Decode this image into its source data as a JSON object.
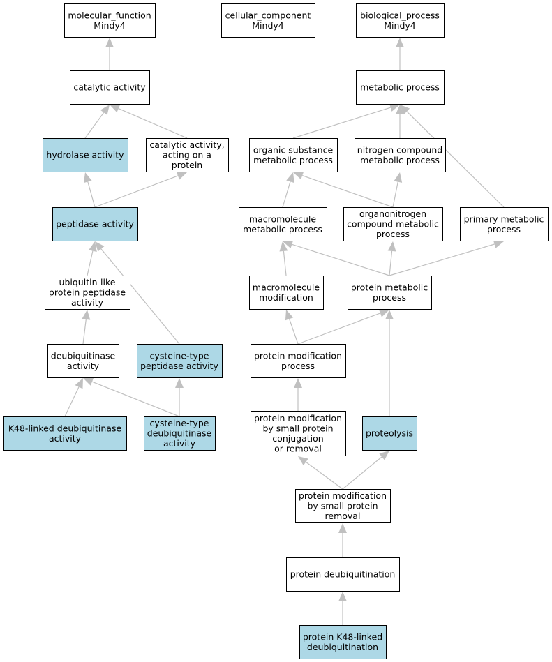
{
  "colors": {
    "highlight": "#add8e6",
    "plain": "#ffffff",
    "edge": "#c0c0c0",
    "border": "#000000"
  },
  "nodes": [
    {
      "id": "mf",
      "lines": [
        "molecular_function",
        "Mindy4"
      ],
      "highlight": false
    },
    {
      "id": "cc",
      "lines": [
        "cellular_component",
        "Mindy4"
      ],
      "highlight": false
    },
    {
      "id": "bp",
      "lines": [
        "biological_process",
        "Mindy4"
      ],
      "highlight": false
    },
    {
      "id": "cat",
      "lines": [
        "catalytic activity"
      ],
      "highlight": false
    },
    {
      "id": "hyd",
      "lines": [
        "hydrolase activity"
      ],
      "highlight": true
    },
    {
      "id": "catprot",
      "lines": [
        "catalytic activity,",
        "acting on a",
        "protein"
      ],
      "highlight": false
    },
    {
      "id": "pep",
      "lines": [
        "peptidase activity"
      ],
      "highlight": true
    },
    {
      "id": "ubl",
      "lines": [
        "ubiquitin-like",
        "protein peptidase",
        "activity"
      ],
      "highlight": false
    },
    {
      "id": "deub",
      "lines": [
        "deubiquitinase",
        "activity"
      ],
      "highlight": false
    },
    {
      "id": "cyspep",
      "lines": [
        "cysteine-type",
        "peptidase activity"
      ],
      "highlight": true
    },
    {
      "id": "k48deub",
      "lines": [
        "K48-linked deubiquitinase",
        "activity"
      ],
      "highlight": true
    },
    {
      "id": "cysdeub",
      "lines": [
        "cysteine-type",
        "deubiquitinase",
        "activity"
      ],
      "highlight": true
    },
    {
      "id": "met",
      "lines": [
        "metabolic process"
      ],
      "highlight": false
    },
    {
      "id": "org",
      "lines": [
        "organic substance",
        "metabolic process"
      ],
      "highlight": false
    },
    {
      "id": "nit",
      "lines": [
        "nitrogen compound",
        "metabolic process"
      ],
      "highlight": false
    },
    {
      "id": "macmet",
      "lines": [
        "macromolecule",
        "metabolic process"
      ],
      "highlight": false
    },
    {
      "id": "orgnit",
      "lines": [
        "organonitrogen",
        "compound metabolic",
        "process"
      ],
      "highlight": false
    },
    {
      "id": "prim",
      "lines": [
        "primary metabolic",
        "process"
      ],
      "highlight": false
    },
    {
      "id": "macmod",
      "lines": [
        "macromolecule",
        "modification"
      ],
      "highlight": false
    },
    {
      "id": "protmet",
      "lines": [
        "protein metabolic",
        "process"
      ],
      "highlight": false
    },
    {
      "id": "protmod",
      "lines": [
        "protein modification",
        "process"
      ],
      "highlight": false
    },
    {
      "id": "pmsmall",
      "lines": [
        "protein modification",
        "by small protein",
        "conjugation",
        "or removal"
      ],
      "highlight": false
    },
    {
      "id": "proteo",
      "lines": [
        "proteolysis"
      ],
      "highlight": true
    },
    {
      "id": "pmremoval",
      "lines": [
        "protein modification",
        "by small protein",
        "removal"
      ],
      "highlight": false
    },
    {
      "id": "deubproc",
      "lines": [
        "protein deubiquitination"
      ],
      "highlight": false
    },
    {
      "id": "k48proc",
      "lines": [
        "protein K48-linked",
        "deubiquitination"
      ],
      "highlight": true
    }
  ],
  "edges": [
    {
      "from": "cat",
      "to": "mf"
    },
    {
      "from": "hyd",
      "to": "cat"
    },
    {
      "from": "catprot",
      "to": "cat"
    },
    {
      "from": "pep",
      "to": "hyd"
    },
    {
      "from": "pep",
      "to": "catprot"
    },
    {
      "from": "ubl",
      "to": "pep"
    },
    {
      "from": "cyspep",
      "to": "pep"
    },
    {
      "from": "deub",
      "to": "ubl"
    },
    {
      "from": "k48deub",
      "to": "deub"
    },
    {
      "from": "cysdeub",
      "to": "deub"
    },
    {
      "from": "cysdeub",
      "to": "cyspep"
    },
    {
      "from": "met",
      "to": "bp"
    },
    {
      "from": "org",
      "to": "met"
    },
    {
      "from": "nit",
      "to": "met"
    },
    {
      "from": "prim",
      "to": "met"
    },
    {
      "from": "macmet",
      "to": "org"
    },
    {
      "from": "orgnit",
      "to": "org"
    },
    {
      "from": "orgnit",
      "to": "nit"
    },
    {
      "from": "macmod",
      "to": "macmet"
    },
    {
      "from": "protmet",
      "to": "macmet"
    },
    {
      "from": "protmet",
      "to": "orgnit"
    },
    {
      "from": "protmet",
      "to": "prim"
    },
    {
      "from": "protmod",
      "to": "macmod"
    },
    {
      "from": "protmod",
      "to": "protmet"
    },
    {
      "from": "proteo",
      "to": "protmet"
    },
    {
      "from": "pmsmall",
      "to": "protmod"
    },
    {
      "from": "pmremoval",
      "to": "pmsmall"
    },
    {
      "from": "pmremoval",
      "to": "proteo"
    },
    {
      "from": "deubproc",
      "to": "pmremoval"
    },
    {
      "from": "k48proc",
      "to": "deubproc"
    }
  ]
}
